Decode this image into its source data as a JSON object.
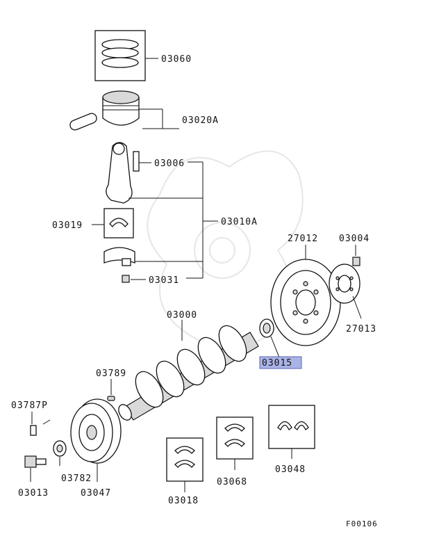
{
  "diagram_id": "F00106",
  "highlight_color": "#aab3e6",
  "parts": {
    "p03060": "03060",
    "p03020A": "03020A",
    "p03006": "03006",
    "p03019": "03019",
    "p03010A": "03010A",
    "p03031": "03031",
    "p27012": "27012",
    "p03004": "03004",
    "p27013": "27013",
    "p03000": "03000",
    "p03015": "03015",
    "p03789": "03789",
    "p03787P": "03787P",
    "p03782": "03782",
    "p03013": "03013",
    "p03047": "03047",
    "p03018": "03018",
    "p03068": "03068",
    "p03048": "03048"
  },
  "selected_part": "03015"
}
